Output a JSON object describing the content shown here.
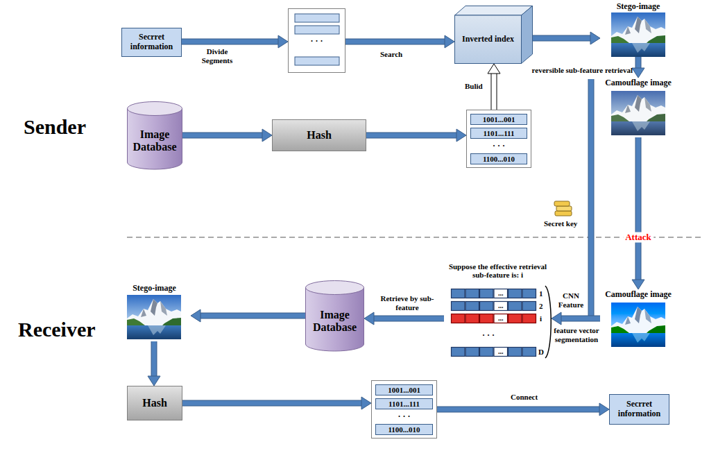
{
  "diagram": {
    "nodes": [
      {
        "text": [
          "Secrret information"
        ]
      },
      {
        "text": [
          "· · ·"
        ]
      },
      {
        "text": [
          "Inverted index"
        ]
      },
      {
        "text": [
          "Stego-image"
        ]
      },
      {
        "text": [
          "Camouflage image"
        ]
      },
      {
        "text": [
          "Image Database"
        ]
      },
      {
        "text": [
          "Hash"
        ]
      },
      {
        "text": [
          "· · ·"
        ]
      },
      {
        "text": [
          "1001...001"
        ],
        "in": 7
      },
      {
        "text": [
          "1101...111"
        ],
        "in": 7
      },
      {
        "text": [
          "1100...010"
        ],
        "in": 7
      },
      {
        "text": [
          "Camouflage image"
        ]
      },
      {
        "text": [
          "Suppose the effective retrieval sub-feature is: i"
        ]
      },
      {
        "text": [
          "..."
        ],
        "in": 12
      },
      {
        "text": [
          "..."
        ],
        "in": 12
      },
      {
        "text": [
          "..."
        ],
        "in": 12
      },
      {
        "text": [
          "..."
        ],
        "in": 12
      },
      {
        "text": [
          "Image Database"
        ]
      },
      {
        "text": [
          "Stego-image"
        ]
      },
      {
        "text": [
          "Hash"
        ]
      },
      {
        "text": [
          "· · ·"
        ]
      },
      {
        "text": [
          "1001...001"
        ],
        "in": 20
      },
      {
        "text": [
          "1101...111"
        ],
        "in": 20
      },
      {
        "text": [
          "1100...010"
        ],
        "in": 20
      },
      {
        "text": [
          "Secrret information"
        ]
      }
    ],
    "edges": [
      {
        "from": 0,
        "to": 1,
        "arrow": "to",
        "label": "Divide Segments"
      },
      {
        "from": 1,
        "to": 2,
        "arrow": "to",
        "label": "Search"
      },
      {
        "from": 5,
        "to": 6,
        "arrow": "to"
      },
      {
        "from": 6,
        "to": 7,
        "arrow": "to"
      },
      {
        "from": 7,
        "to": 2,
        "arrow": "to",
        "label": "Bulid"
      },
      {
        "from": 2,
        "to": 3,
        "arrow": "to"
      },
      {
        "from": 3,
        "to": 4,
        "arrow": "to"
      },
      {
        "from": 4,
        "to": 11,
        "arrow": "to",
        "label": "Attack"
      },
      {
        "from": 11,
        "to": 12,
        "arrow": "to",
        "label": "feature vector segmentation"
      },
      {
        "from": 12,
        "to": 17,
        "arrow": "to",
        "label": "Retrieve by sub-feature"
      },
      {
        "from": 17,
        "to": 18,
        "arrow": "to"
      },
      {
        "from": 18,
        "to": 19,
        "arrow": "to"
      },
      {
        "from": 19,
        "to": 20,
        "arrow": "to"
      },
      {
        "from": 20,
        "to": 24,
        "arrow": "to",
        "label": "Connect"
      }
    ],
    "labels": [
      "Sender",
      "Receiver",
      "reversible sub-feature retrieval",
      "Secret key",
      "CNN Feature",
      "1",
      "2",
      "i",
      "· · ·",
      "D"
    ]
  }
}
